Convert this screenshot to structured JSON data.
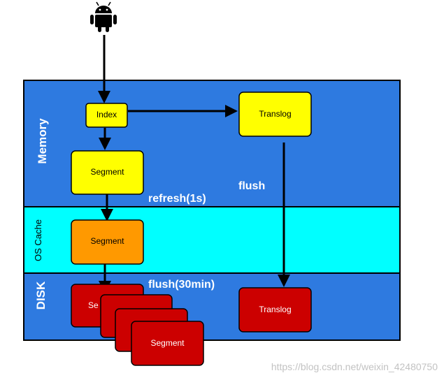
{
  "diagram": {
    "regions": {
      "memory": "Memory",
      "os_cache": "OS Cache",
      "disk": "DISK"
    },
    "nodes": {
      "index": "Index",
      "translog_memory": "Translog",
      "segment_memory": "Segment",
      "segment_os_cache": "Segment",
      "segment_disk_1": "Se",
      "segment_disk_4": "Segment",
      "translog_disk": "Translog"
    },
    "edge_labels": {
      "refresh": "refresh(1s)",
      "flush": "flush",
      "flush_30min": "flush(30min)"
    },
    "icons": {
      "client": "android-robot-icon"
    },
    "watermark": "https://blog.csdn.net/weixin_42480750",
    "colors": {
      "memory_band": "#2e7ae0",
      "os_cache_band": "#00ffff",
      "disk_band": "#2e7ae0",
      "node_yellow": "#ffff00",
      "node_orange": "#ff9900",
      "node_red": "#cc0000",
      "arrow": "#000000",
      "label_white": "#ffffff"
    }
  }
}
